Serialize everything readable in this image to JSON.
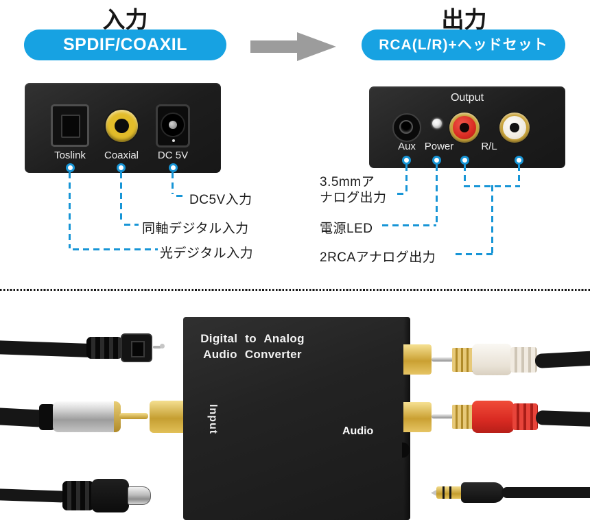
{
  "colors": {
    "accent_blue": "#17a2e2",
    "dash_blue": "#1795d6",
    "arrow_gray": "#9c9c9c",
    "panel_black": "#1d1d1d",
    "coaxial_yellow": "#e2bc2a",
    "rca_red": "#d92a22",
    "rca_white": "#f0ece2",
    "gold": "#c9a43b"
  },
  "header": {
    "input_heading": "入力",
    "output_heading": "出力",
    "input_badge": "SPDIF/COAXIL",
    "output_badge": "RCA(L/R)+ヘッドセット"
  },
  "input_panel": {
    "labels": {
      "toslink": "Toslink",
      "coaxial": "Coaxial",
      "dc": "DC 5V"
    }
  },
  "output_panel": {
    "heading": "Output",
    "labels": {
      "aux": "Aux",
      "power": "Power",
      "rl": "R/L"
    }
  },
  "callouts": {
    "dc_input": "DC5V入力",
    "coaxial_input": "同軸デジタル入力",
    "optical_input": "光デジタル入力",
    "analog_35_line1": "3.5mmア",
    "analog_35_line2": "ナログ出力",
    "power_led": "電源LED",
    "rca_analog": "2RCAアナログ出力"
  },
  "device": {
    "title_line1": "Digital to Analog",
    "title_line2": "Audio Converter",
    "input_label": "Input",
    "audio_label": "Audio"
  }
}
